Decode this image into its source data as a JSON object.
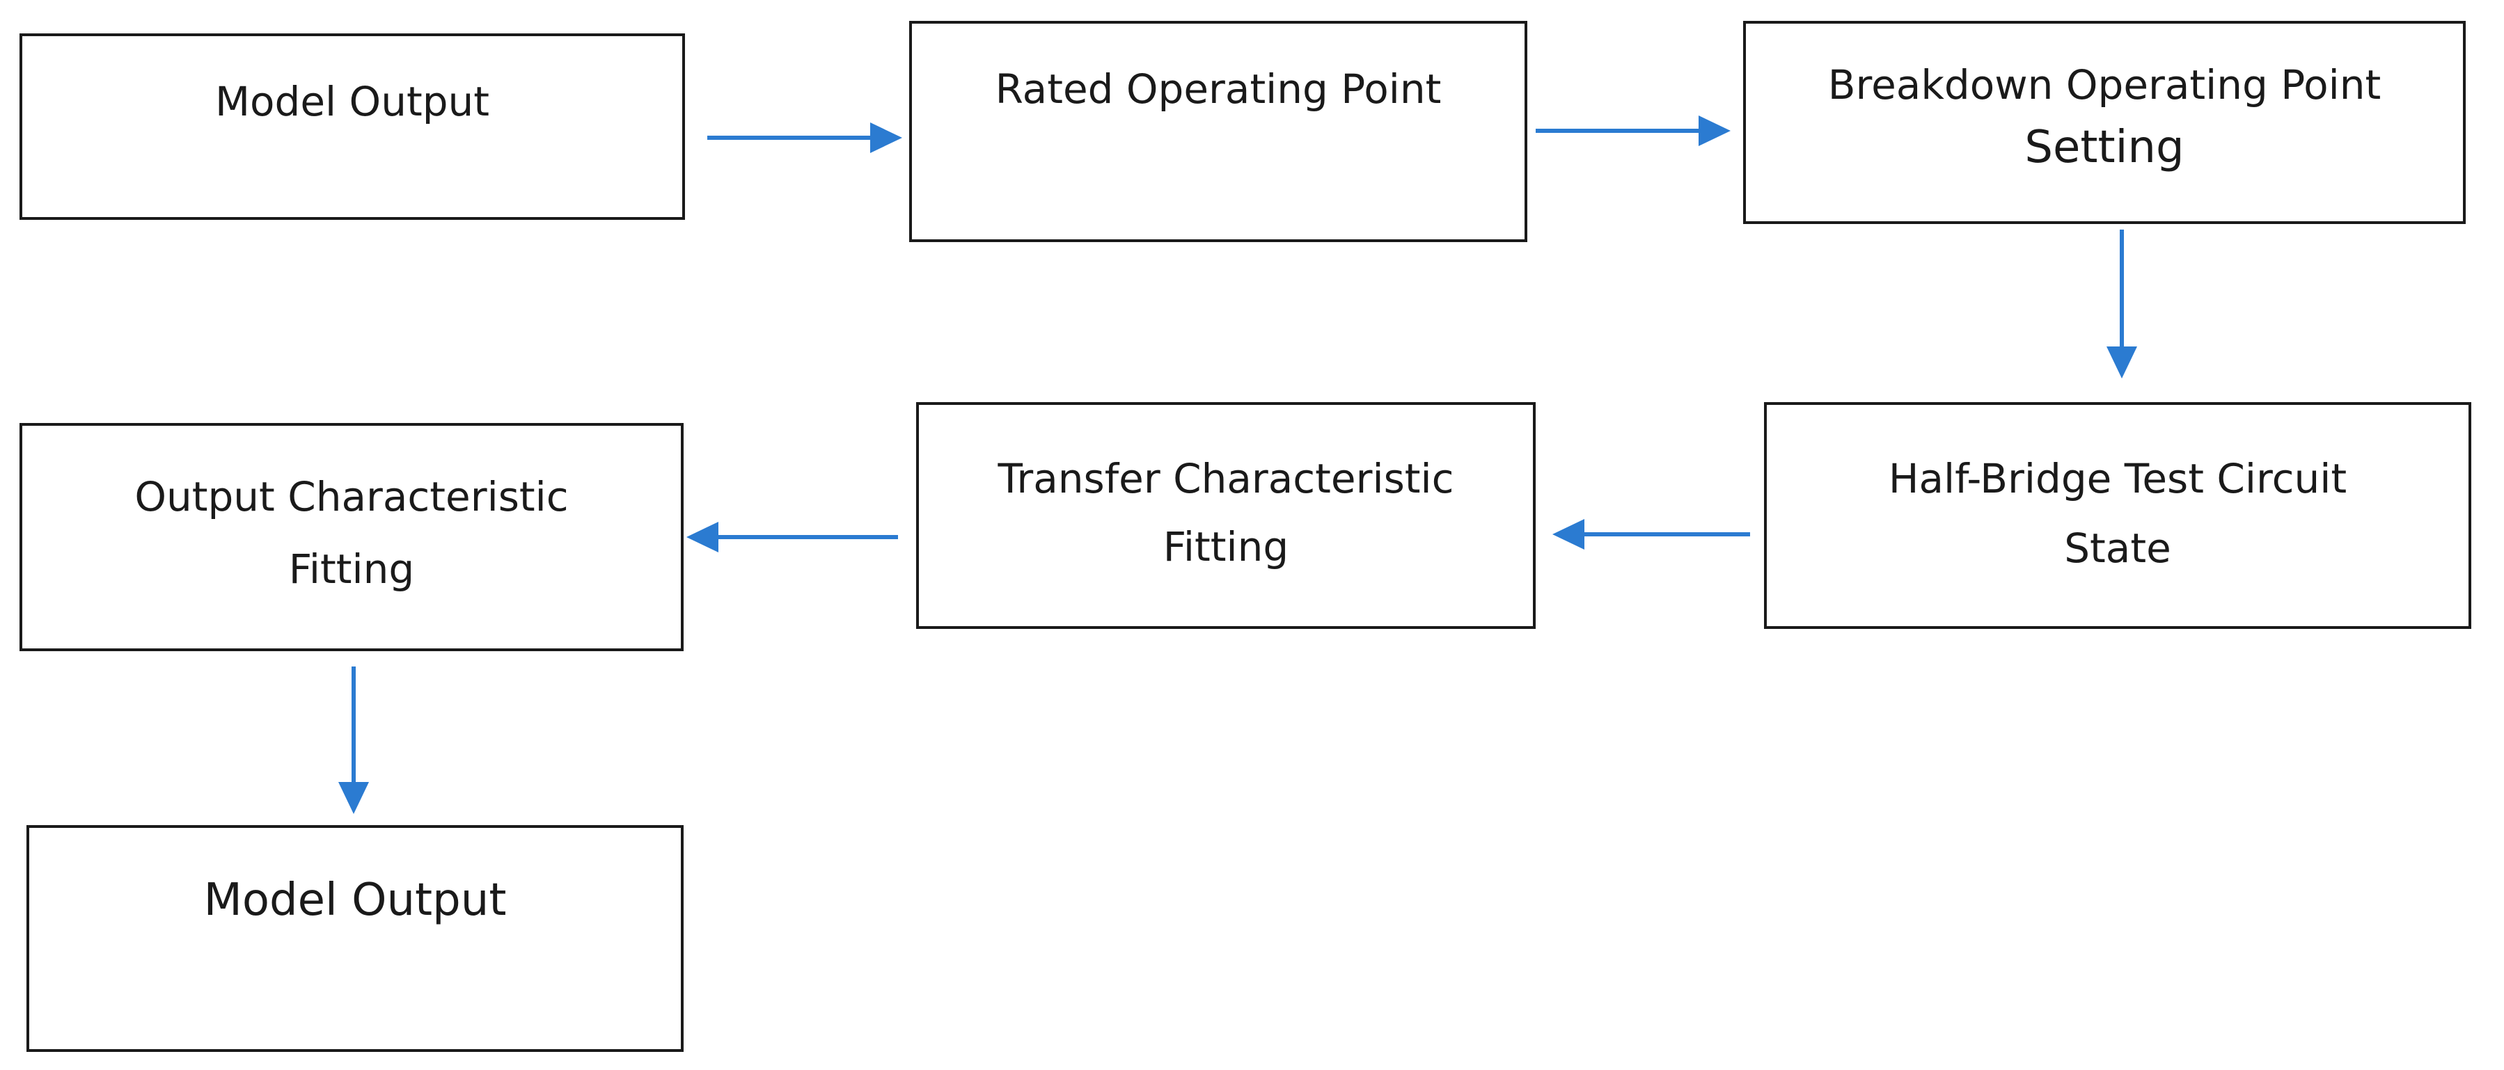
{
  "diagram": {
    "arrow_color": "#2b7bd1",
    "nodes": {
      "model_output_top": {
        "lines": [
          "Model Output"
        ]
      },
      "rated_operating_point": {
        "lines": [
          "Rated Operating Point"
        ]
      },
      "breakdown_operating_point": {
        "lines": [
          "Breakdown Operating Point",
          "Setting"
        ]
      },
      "half_bridge_state": {
        "lines": [
          "Half-Bridge Test Circuit",
          "State"
        ]
      },
      "transfer_fitting": {
        "lines": [
          "Transfer Characteristic",
          "Fitting"
        ]
      },
      "output_fitting": {
        "lines": [
          "Output Characteristic",
          "Fitting"
        ]
      },
      "model_output_bottom": {
        "lines": [
          "Model Output"
        ]
      }
    },
    "edges": [
      {
        "from": "model_output_top",
        "to": "rated_operating_point"
      },
      {
        "from": "rated_operating_point",
        "to": "breakdown_operating_point"
      },
      {
        "from": "breakdown_operating_point",
        "to": "half_bridge_state"
      },
      {
        "from": "half_bridge_state",
        "to": "transfer_fitting"
      },
      {
        "from": "transfer_fitting",
        "to": "output_fitting"
      },
      {
        "from": "output_fitting",
        "to": "model_output_bottom"
      }
    ]
  }
}
